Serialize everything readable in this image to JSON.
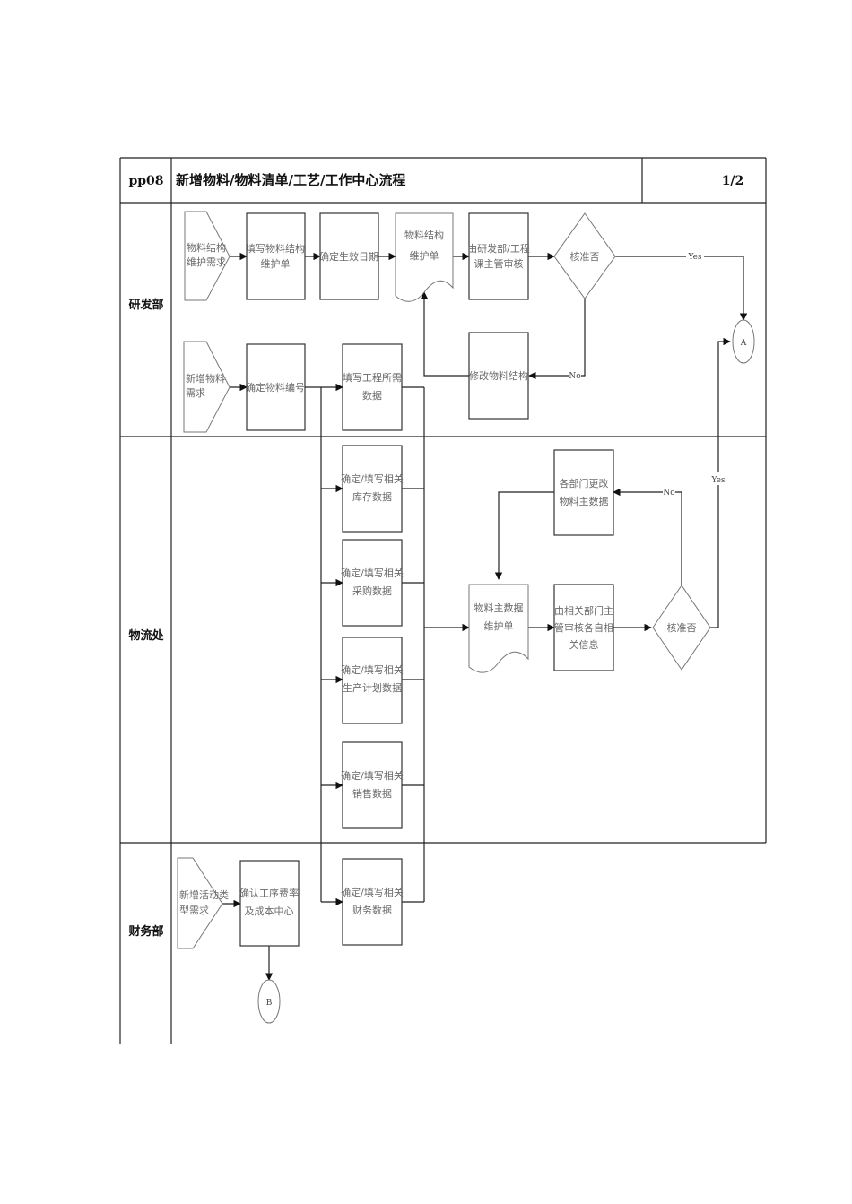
{
  "header": {
    "code": "pp08",
    "title": "新增物料/物料清单/工艺/工作中心流程",
    "page": "1/2"
  },
  "lanes": [
    {
      "id": "rd",
      "label": "研发部"
    },
    {
      "id": "logistics",
      "label": "物流处"
    },
    {
      "id": "finance",
      "label": "财务部"
    }
  ],
  "nodes": {
    "start_bom_req": {
      "type": "offpage",
      "lines": [
        "物料结构",
        "维护需求"
      ]
    },
    "fill_bom_form": {
      "type": "process",
      "lines": [
        "填写物料结构",
        "维护单"
      ]
    },
    "set_effective_date": {
      "type": "process",
      "lines": [
        "确定生效日期"
      ]
    },
    "bom_form_doc": {
      "type": "document",
      "lines": [
        "物料结构",
        "维护单"
      ]
    },
    "rd_review": {
      "type": "process",
      "lines": [
        "由研发部/工程",
        "课主管审核"
      ]
    },
    "approve_1": {
      "type": "decision",
      "lines": [
        "核准否"
      ]
    },
    "connector_a": {
      "type": "connector",
      "lines": [
        "A"
      ]
    },
    "modify_bom": {
      "type": "process",
      "lines": [
        "修改物料结构"
      ]
    },
    "start_new_material": {
      "type": "offpage",
      "lines": [
        "新增物料",
        "需求"
      ]
    },
    "assign_material_no": {
      "type": "process",
      "lines": [
        "确定物料编号"
      ]
    },
    "fill_engineering_data": {
      "type": "process",
      "lines": [
        "填写工程所需",
        "数据"
      ]
    },
    "fill_inventory_data": {
      "type": "process",
      "lines": [
        "确定/填写相关",
        "库存数据"
      ]
    },
    "fill_purchase_data": {
      "type": "process",
      "lines": [
        "确定/填写相关",
        "采购数据"
      ]
    },
    "fill_production_data": {
      "type": "process",
      "lines": [
        "确定/填写相关",
        "生产计划数据"
      ]
    },
    "fill_sales_data": {
      "type": "process",
      "lines": [
        "确定/填写相关",
        "销售数据"
      ]
    },
    "fill_finance_data": {
      "type": "process",
      "lines": [
        "确定/填写相关",
        "财务数据"
      ]
    },
    "master_data_doc": {
      "type": "document",
      "lines": [
        "物料主数据",
        "维护单"
      ]
    },
    "dept_review": {
      "type": "process",
      "lines": [
        "由相关部门主",
        "管审核各自相",
        "关信息"
      ]
    },
    "approve_2": {
      "type": "decision",
      "lines": [
        "核准否"
      ]
    },
    "dept_modify_master": {
      "type": "process",
      "lines": [
        "各部门更改",
        "物料主数据"
      ]
    },
    "start_activity_type": {
      "type": "offpage",
      "lines": [
        "新增活动类",
        "型需求"
      ]
    },
    "confirm_rate_cost_center": {
      "type": "process",
      "lines": [
        "确认工序费率",
        "及成本中心"
      ]
    },
    "connector_b": {
      "type": "connector",
      "lines": [
        "B"
      ]
    }
  },
  "edges": [
    {
      "from": "start_bom_req",
      "to": "fill_bom_form",
      "label": ""
    },
    {
      "from": "fill_bom_form",
      "to": "set_effective_date",
      "label": ""
    },
    {
      "from": "set_effective_date",
      "to": "bom_form_doc",
      "label": ""
    },
    {
      "from": "bom_form_doc",
      "to": "rd_review",
      "label": ""
    },
    {
      "from": "rd_review",
      "to": "approve_1",
      "label": ""
    },
    {
      "from": "approve_1",
      "to": "connector_a",
      "label": "Yes"
    },
    {
      "from": "approve_1",
      "to": "modify_bom",
      "label": "No"
    },
    {
      "from": "modify_bom",
      "to": "bom_form_doc",
      "label": ""
    },
    {
      "from": "start_new_material",
      "to": "assign_material_no",
      "label": ""
    },
    {
      "from": "assign_material_no",
      "to": "fill_engineering_data",
      "label": ""
    },
    {
      "from": "assign_material_no",
      "to": "fill_inventory_data",
      "label": ""
    },
    {
      "from": "assign_material_no",
      "to": "fill_purchase_data",
      "label": ""
    },
    {
      "from": "assign_material_no",
      "to": "fill_production_data",
      "label": ""
    },
    {
      "from": "assign_material_no",
      "to": "fill_sales_data",
      "label": ""
    },
    {
      "from": "assign_material_no",
      "to": "fill_finance_data",
      "label": ""
    },
    {
      "from": "fill_engineering_data",
      "to": "master_data_doc",
      "label": ""
    },
    {
      "from": "master_data_doc",
      "to": "dept_review",
      "label": ""
    },
    {
      "from": "dept_review",
      "to": "approve_2",
      "label": ""
    },
    {
      "from": "approve_2",
      "to": "dept_modify_master",
      "label": "No"
    },
    {
      "from": "dept_modify_master",
      "to": "master_data_doc",
      "label": ""
    },
    {
      "from": "approve_2",
      "to": "connector_a",
      "label": "Yes"
    },
    {
      "from": "start_activity_type",
      "to": "confirm_rate_cost_center",
      "label": ""
    },
    {
      "from": "confirm_rate_cost_center",
      "to": "connector_b",
      "label": ""
    }
  ],
  "labels": {
    "yes": "Yes",
    "no": "No"
  }
}
